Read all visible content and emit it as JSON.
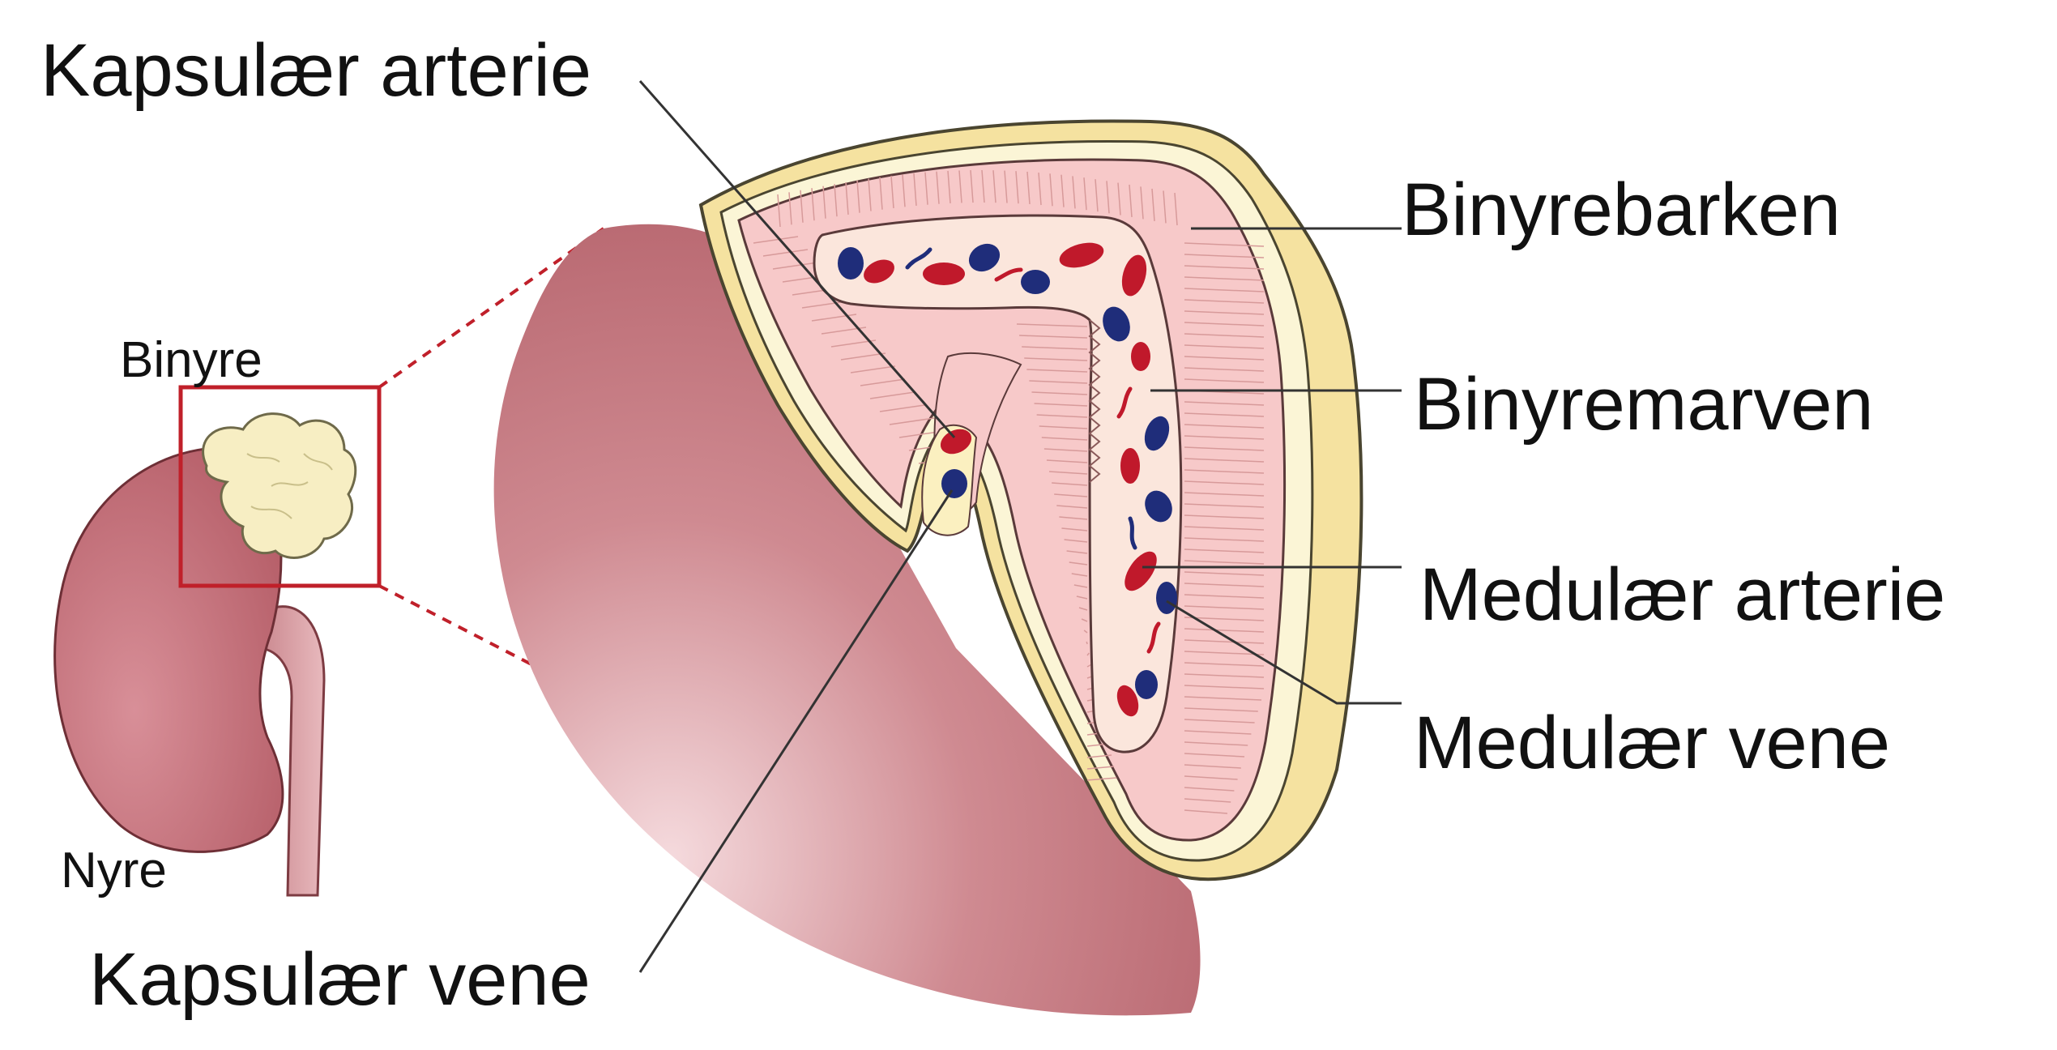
{
  "labels": {
    "capsular_artery": "Kapsulær arterie",
    "capsular_vein": "Kapsulær vene",
    "adrenal_cortex": "Binyrebarken",
    "adrenal_medulla": "Binyremarven",
    "medullary_artery": "Medulær arterie",
    "medullary_vein": "Medulær vene",
    "adrenal_gland": "Binyre",
    "kidney": "Nyre"
  },
  "colors": {
    "kidney": "#b5616a",
    "kidney_highlight": "#f3d6da",
    "adrenal_gland": "#f7eec3",
    "capsule": "#f5e8a8",
    "cortex": "#f7c9c9",
    "medulla": "#fbe6dc",
    "artery": "#c0192b",
    "vein": "#1f2d7a",
    "zoom_box": "#c0202a"
  }
}
